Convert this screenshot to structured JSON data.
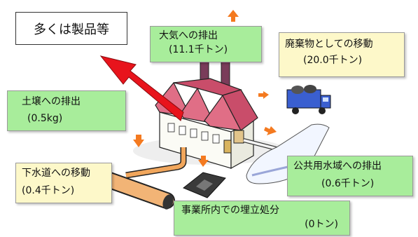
{
  "title": "多くは製品等",
  "atmosphere": {
    "label": "大気への排出",
    "value": "(11.1千トン)"
  },
  "waste_transfer": {
    "label": "廃棄物としての移動",
    "value": "(20.0千トン)"
  },
  "soil": {
    "label": "土壌への排出",
    "value": "(0.5kg)"
  },
  "sewer": {
    "label": "下水道への移動",
    "value": "(0.4千トン)"
  },
  "public_water": {
    "label": "公共用水域への排出",
    "value": "(0.6千トン)"
  },
  "landfill": {
    "label": "事業所内での埋立処分",
    "value": "(0トン)"
  },
  "colors": {
    "green_box": "#a8ed9b",
    "cream_box": "#fdf8c9",
    "arrow_red": "#e8141c",
    "arrow_orange": "#f47a20"
  }
}
